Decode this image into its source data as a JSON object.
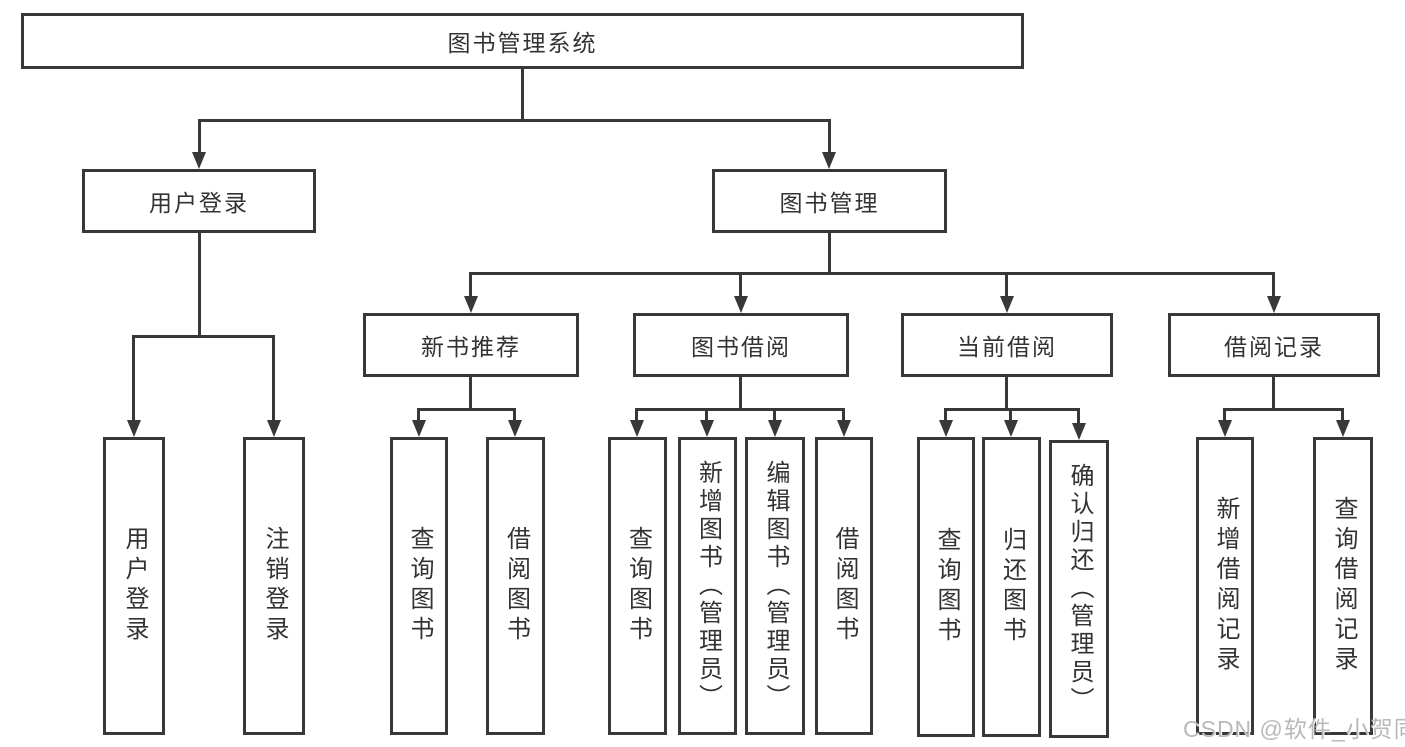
{
  "title": "图书管理系统",
  "colors": {
    "line": "#383838",
    "box_border": "#383838",
    "text": "#333333",
    "watermark": "#b9b9b9",
    "background": "#ffffff"
  },
  "tree": {
    "root": {
      "label": "图书管理系统"
    },
    "level2": [
      {
        "id": "user-login",
        "label": "用户登录",
        "parent": "root"
      },
      {
        "id": "book-management",
        "label": "图书管理",
        "parent": "root"
      }
    ],
    "level3": [
      {
        "id": "new-book-recommend",
        "label": "新书推荐",
        "parent": "book-management"
      },
      {
        "id": "book-borrowing",
        "label": "图书借阅",
        "parent": "book-management"
      },
      {
        "id": "current-borrowing",
        "label": "当前借阅",
        "parent": "book-management"
      },
      {
        "id": "borrowing-records",
        "label": "借阅记录",
        "parent": "book-management"
      }
    ],
    "leaves": [
      {
        "label": "用户登录",
        "parent": "user-login"
      },
      {
        "label": "注销登录",
        "parent": "user-login"
      },
      {
        "label": "查询图书",
        "parent": "new-book-recommend"
      },
      {
        "label": "借阅图书",
        "parent": "new-book-recommend"
      },
      {
        "label": "查询图书",
        "parent": "book-borrowing"
      },
      {
        "label": "新增图书（管理员）",
        "parent": "book-borrowing"
      },
      {
        "label": "编辑图书（管理员）",
        "parent": "book-borrowing"
      },
      {
        "label": "借阅图书",
        "parent": "book-borrowing"
      },
      {
        "label": "查询图书",
        "parent": "current-borrowing"
      },
      {
        "label": "归还图书",
        "parent": "current-borrowing"
      },
      {
        "label": "确认归还（管理员）",
        "parent": "current-borrowing"
      },
      {
        "label": "新增借阅记录",
        "parent": "borrowing-records"
      },
      {
        "label": "查询借阅记录",
        "parent": "borrowing-records"
      }
    ]
  },
  "watermark": "CSDN @软件_小贺同学"
}
